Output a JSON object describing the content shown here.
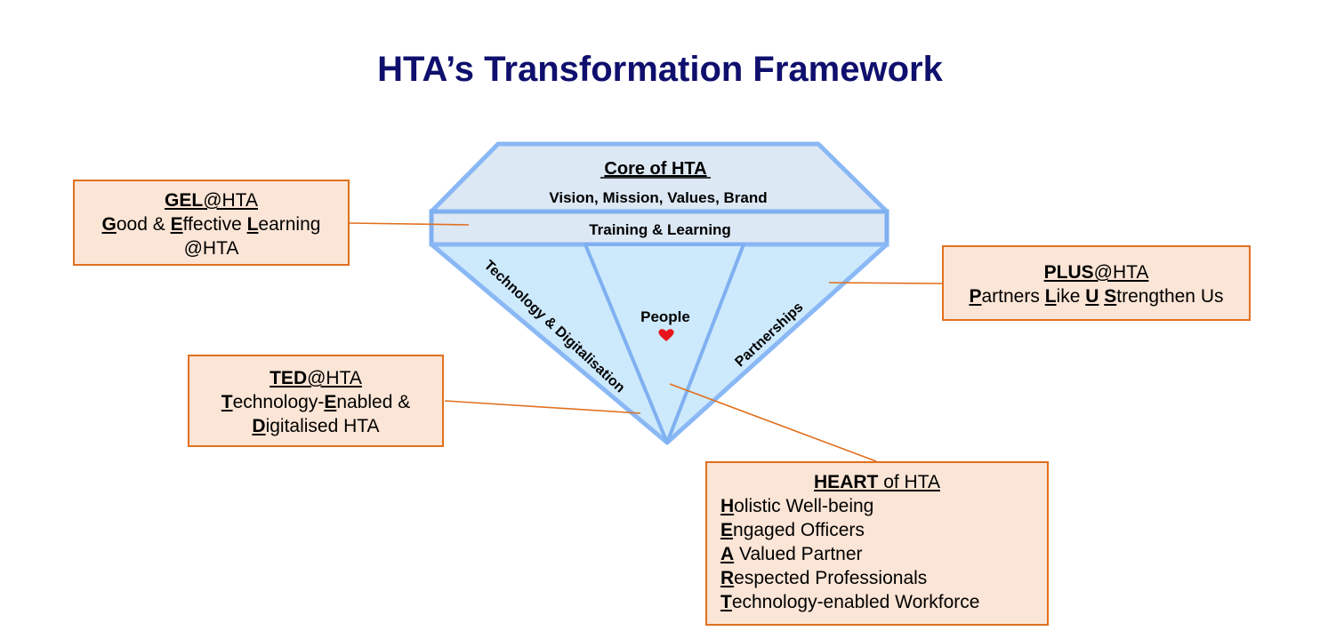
{
  "title": "HTA’s Transformation Framework",
  "diamond": {
    "core_title": "Core of HTA",
    "core_subtitle": "Vision, Mission, Values, Brand",
    "band": "Training & Learning",
    "left_facet": "Technology & Digitalisation",
    "center_facet": "People",
    "right_facet": "Partnerships",
    "heart_icon": "heart-icon",
    "colors": {
      "outline": "#7fb0f0",
      "top": "#dde8f5",
      "lower": "#cde9fc",
      "heart": "#e8141b"
    }
  },
  "gel": {
    "head_b": "GEL",
    "head_r": "@HTA",
    "l1": [
      "G",
      "ood & ",
      "E",
      "ffective ",
      "L",
      "earning"
    ],
    "l2": "@HTA"
  },
  "plus": {
    "head_b": "PLUS",
    "head_r": "@HTA",
    "l1": [
      "P",
      "artners ",
      "L",
      "ike ",
      "U",
      " ",
      "S",
      "trengthen Us"
    ]
  },
  "ted": {
    "head_b": "TED",
    "head_r": "@HTA",
    "l1": [
      "T",
      "echnology-",
      "E",
      "nabled &"
    ],
    "l2": [
      "D",
      "igitalised HTA"
    ]
  },
  "heart": {
    "head_b": "HEART",
    "head_r": " of HTA",
    "items": [
      {
        "b": "H",
        "r": "olistic Well-being"
      },
      {
        "b": "E",
        "r": "ngaged Officers"
      },
      {
        "b": "A",
        "r": " Valued Partner"
      },
      {
        "b": "R",
        "r": "espected Professionals"
      },
      {
        "b": "T",
        "r": "echnology-enabled Workforce"
      }
    ]
  },
  "colors": {
    "title": "#0f0f6e",
    "box_fill": "#fbe5d6",
    "box_border": "#e0701f"
  }
}
